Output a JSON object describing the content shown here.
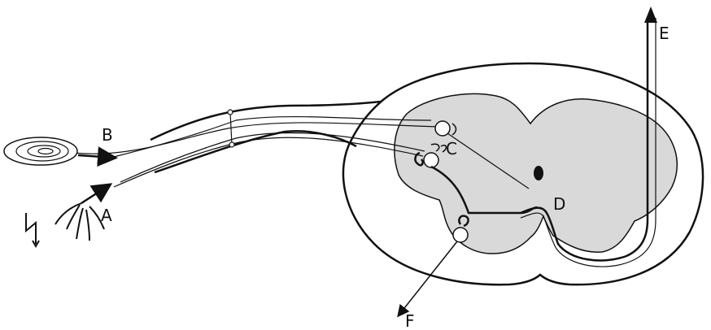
{
  "diagram": {
    "labels": {
      "a": "A",
      "b": "B",
      "c": "C",
      "d": "D",
      "e": "E",
      "f": "F"
    },
    "colors": {
      "ink": "#111111",
      "gray_matter": "#d9d9d9",
      "white_matter": "#ffffff",
      "neuron_body": "#ffffff"
    },
    "icons": {
      "receptor_b": "concentric-receptor-icon",
      "receptor_a": "free-nerve-ending-icon",
      "stimulus": "lightning-bolt-icon"
    }
  }
}
